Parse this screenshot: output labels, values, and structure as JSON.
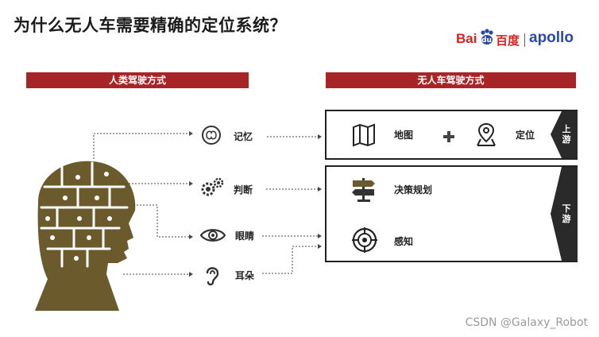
{
  "title": "为什么无人车需要精确的定位系统？",
  "brand": {
    "baidu": "Bai",
    "du": "du",
    "baidu_cn": "百度",
    "apollo": "apollo"
  },
  "left_header": "人类驾驶方式",
  "right_header": "无人车驾驶方式",
  "human_items": [
    "记忆",
    "判断",
    "眼睛",
    "耳朵"
  ],
  "machine_top": {
    "map": "地图",
    "locate": "定位",
    "tab": "上游"
  },
  "machine_bottom": {
    "plan": "决策规划",
    "perceive": "感知",
    "tab": "下游"
  },
  "watermark": "CSDN @Galaxy_Robot",
  "colors": {
    "accent": "#a82527",
    "head": "#6b5a2c",
    "dark": "#222222"
  }
}
